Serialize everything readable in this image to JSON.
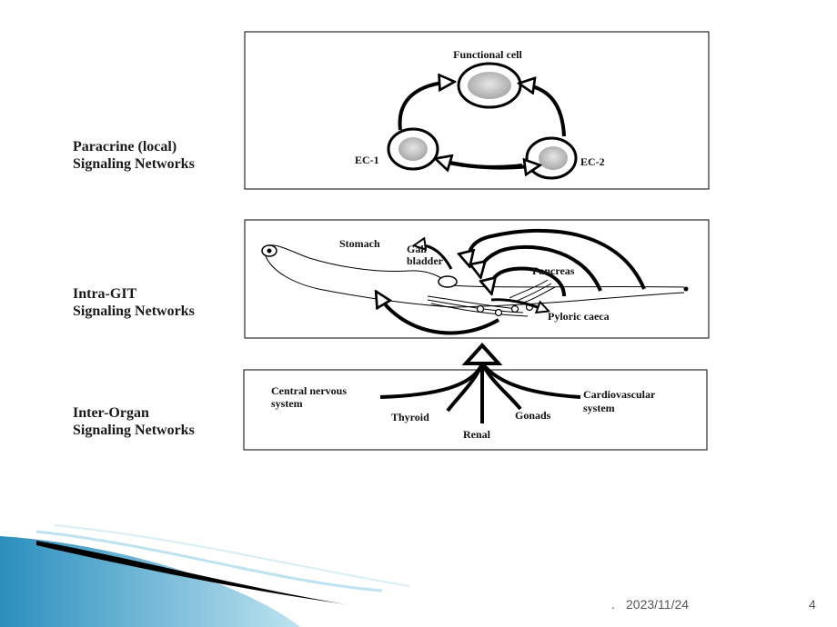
{
  "panels": {
    "paracrine": {
      "label_line1": "Paracrine (local)",
      "label_line2": "Signaling Networks",
      "functional_cell": "Functional cell",
      "ec1": "EC-1",
      "ec2": "EC-2"
    },
    "intra_git": {
      "label_line1": "Intra-GIT",
      "label_line2": "Signaling Networks",
      "stomach": "Stomach",
      "gall_bladder_line1": "Gall",
      "gall_bladder_line2": "bladder",
      "pancreas": "Pancreas",
      "pyloric_caeca": "Pyloric caeca"
    },
    "inter_organ": {
      "label_line1": "Inter-Organ",
      "label_line2": "Signaling Networks",
      "cns_line1": "Central nervous",
      "cns_line2": "system",
      "thyroid": "Thyroid",
      "renal": "Renal",
      "gonads": "Gonads",
      "cardio_line1": "Cardiovascular",
      "cardio_line2": "system"
    }
  },
  "footer": {
    "dot": ".",
    "date": "2023/11/24",
    "page_number": "4"
  },
  "colors": {
    "accent_blue": "#3aa0c8",
    "light_blue": "#bfe2ef",
    "line": "#000000"
  }
}
